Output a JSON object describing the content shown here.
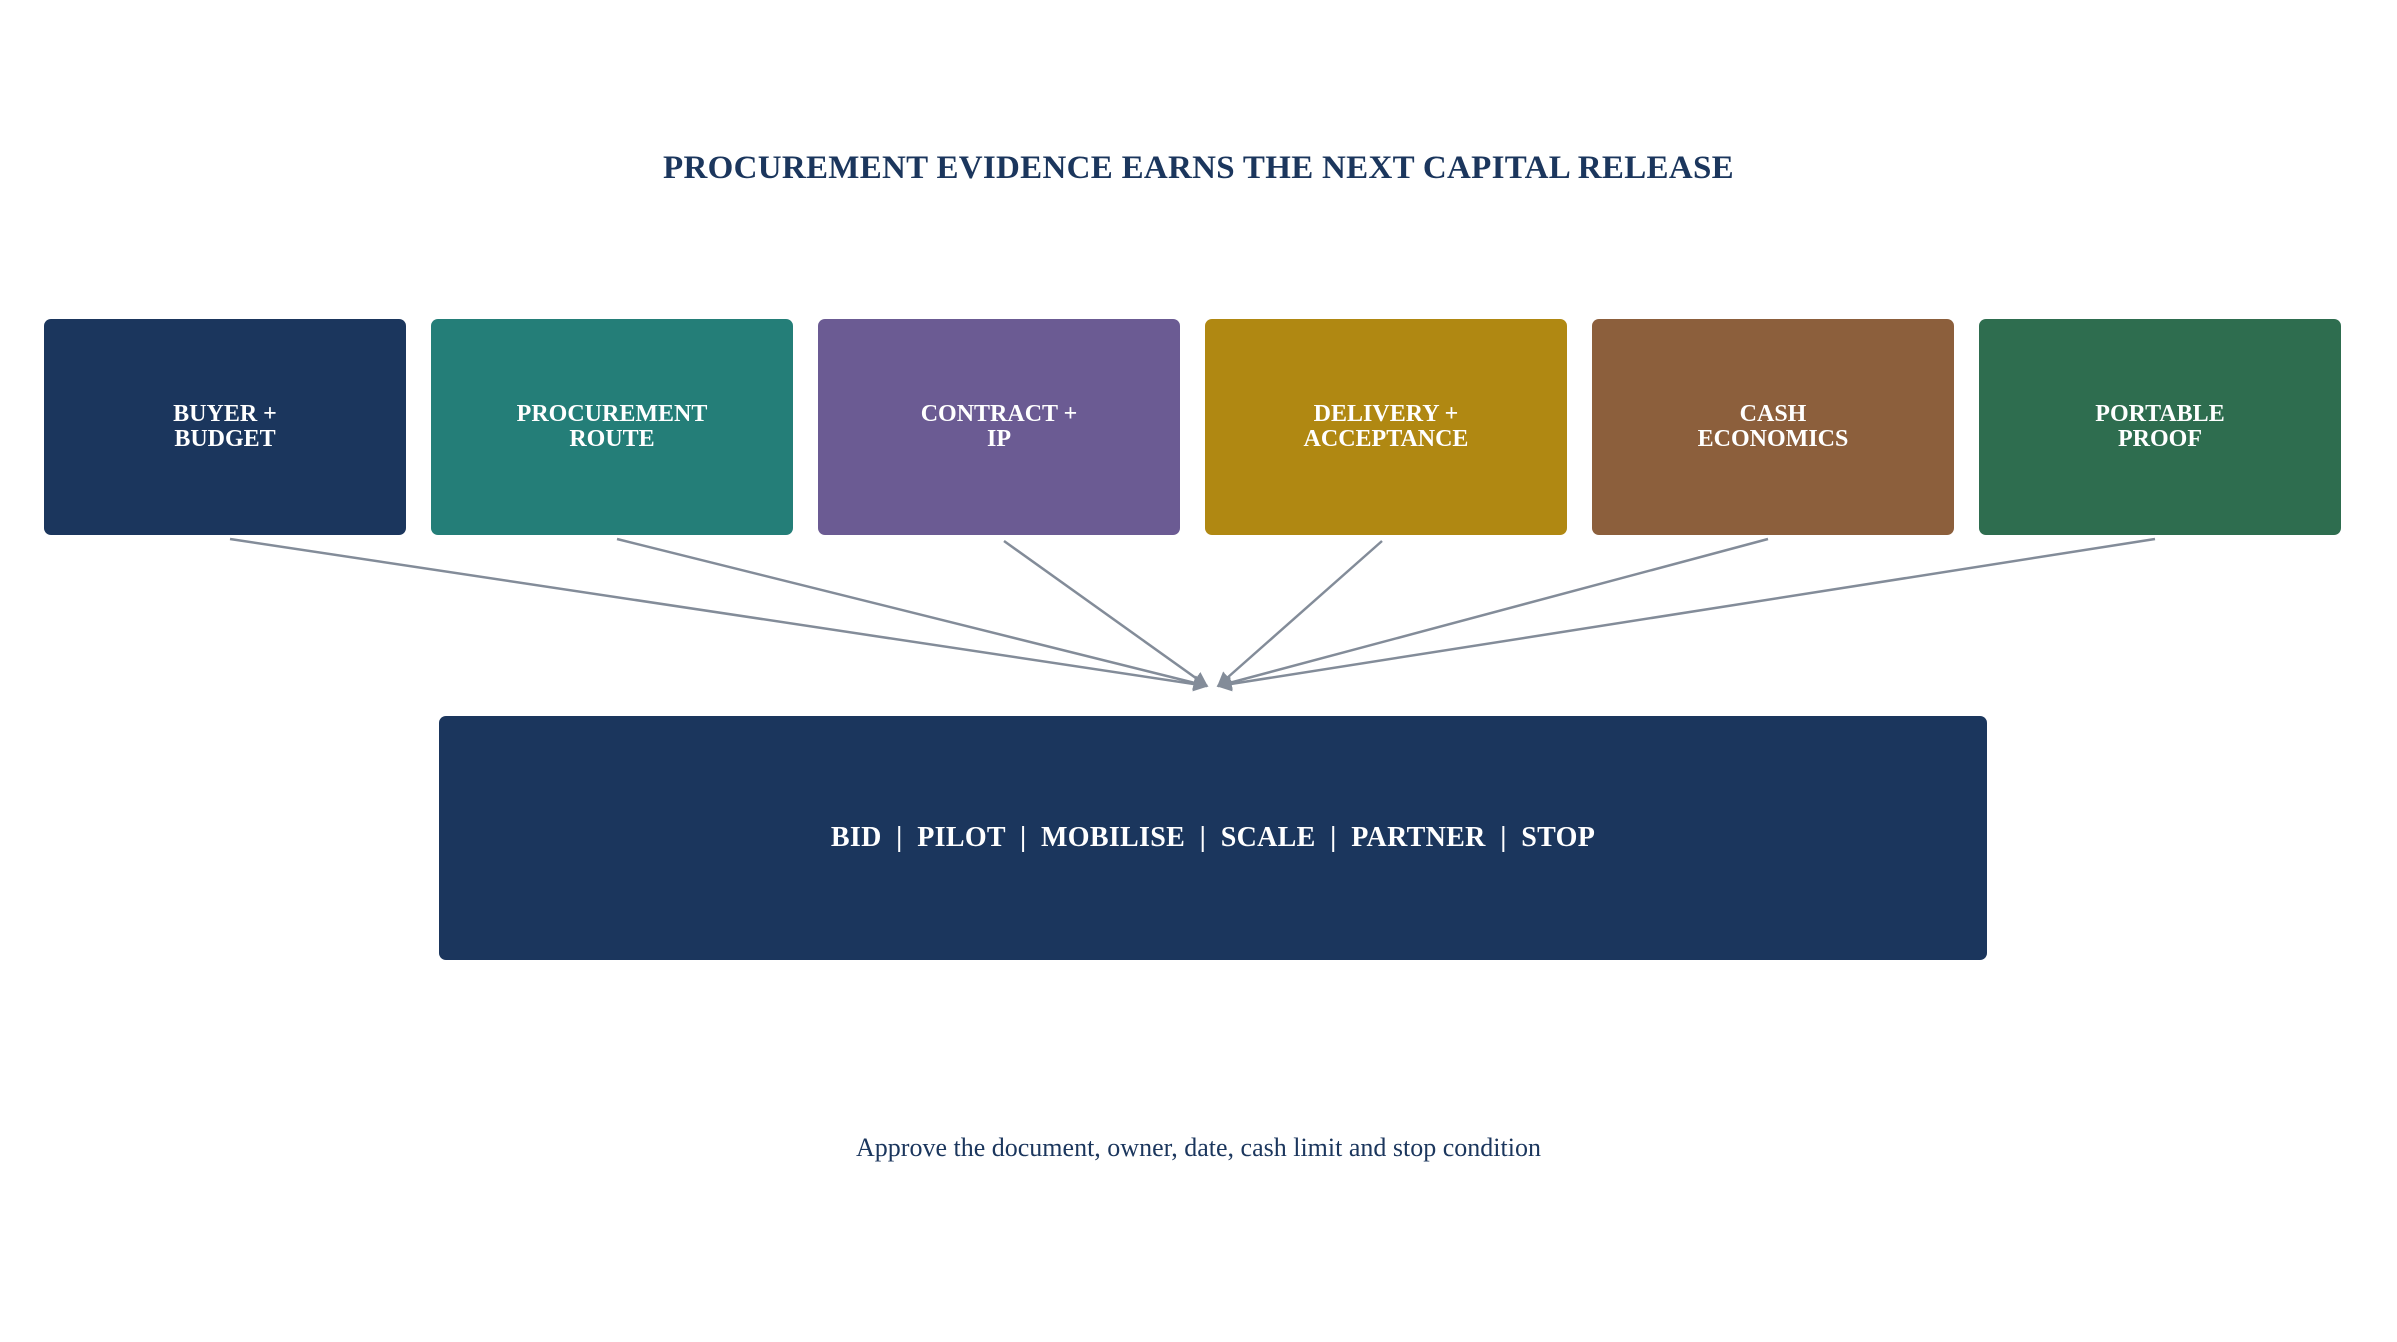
{
  "title": "PROCUREMENT EVIDENCE EARNS THE NEXT CAPITAL RELEASE",
  "stages": [
    {
      "label": "BUYER +\nBUDGET",
      "color": "#1b365d"
    },
    {
      "label": "PROCUREMENT\nROUTE",
      "color": "#247e78"
    },
    {
      "label": "CONTRACT +\nIP",
      "color": "#6b5b93"
    },
    {
      "label": "DELIVERY +\nACCEPTANCE",
      "color": "#b08812"
    },
    {
      "label": "CASH\nECONOMICS",
      "color": "#8c5f3c"
    },
    {
      "label": "PORTABLE\nPROOF",
      "color": "#2e6d4f"
    }
  ],
  "outcome": {
    "text": "BID  |  PILOT  |  MOBILISE  |  SCALE  |  PARTNER  |  STOP",
    "color": "#1b365d"
  },
  "footer": "Approve the document, owner, date, cash limit and stop condition",
  "arrow_color": "#838c99"
}
